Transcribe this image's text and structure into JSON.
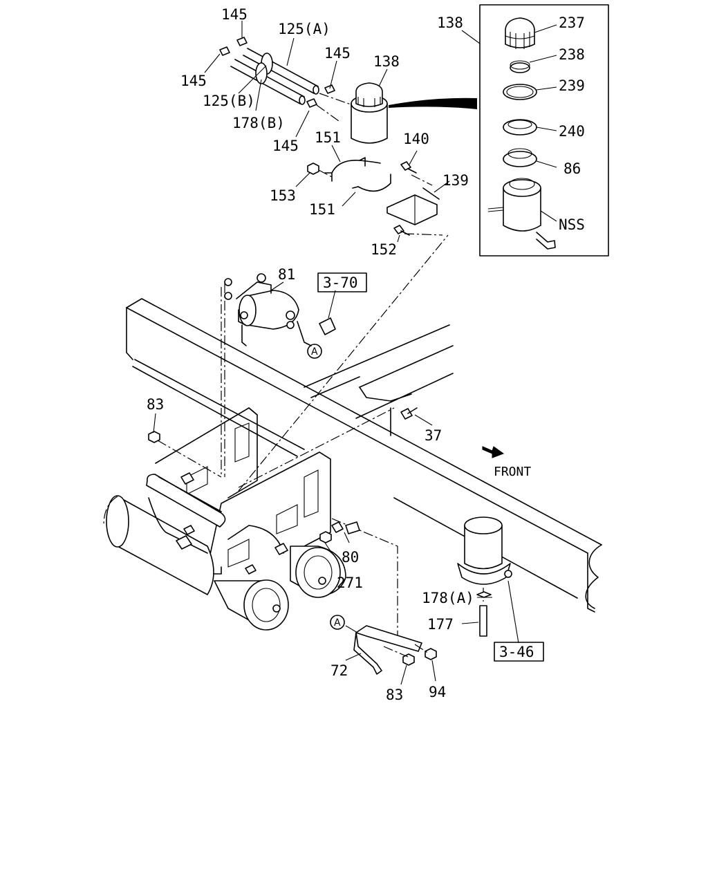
{
  "labels": {
    "l145a": "145",
    "l145b": "145",
    "l145c": "145",
    "l145d": "145",
    "l125a": "125(A)",
    "l125b": "125(B)",
    "l178b": "178(B)",
    "l138a": "138",
    "l138b": "138",
    "l151a": "151",
    "l151b": "151",
    "l153": "153",
    "l140": "140",
    "l139": "139",
    "l152": "152",
    "l237": "237",
    "l238": "238",
    "l239": "239",
    "l240": "240",
    "l86": "86",
    "lnss": "NSS",
    "l81": "81",
    "l83a": "83",
    "l83b": "83",
    "l37": "37",
    "l80": "80",
    "l271": "271",
    "l178a": "178(A)",
    "l177": "177",
    "l72": "72",
    "l94": "94",
    "front": "FRONT"
  },
  "refs": {
    "r370": "3-70",
    "r346": "3-46"
  },
  "markers": {
    "a1": "A",
    "a2": "A"
  },
  "icons": {
    "front_arrow": "arrow-icon"
  }
}
